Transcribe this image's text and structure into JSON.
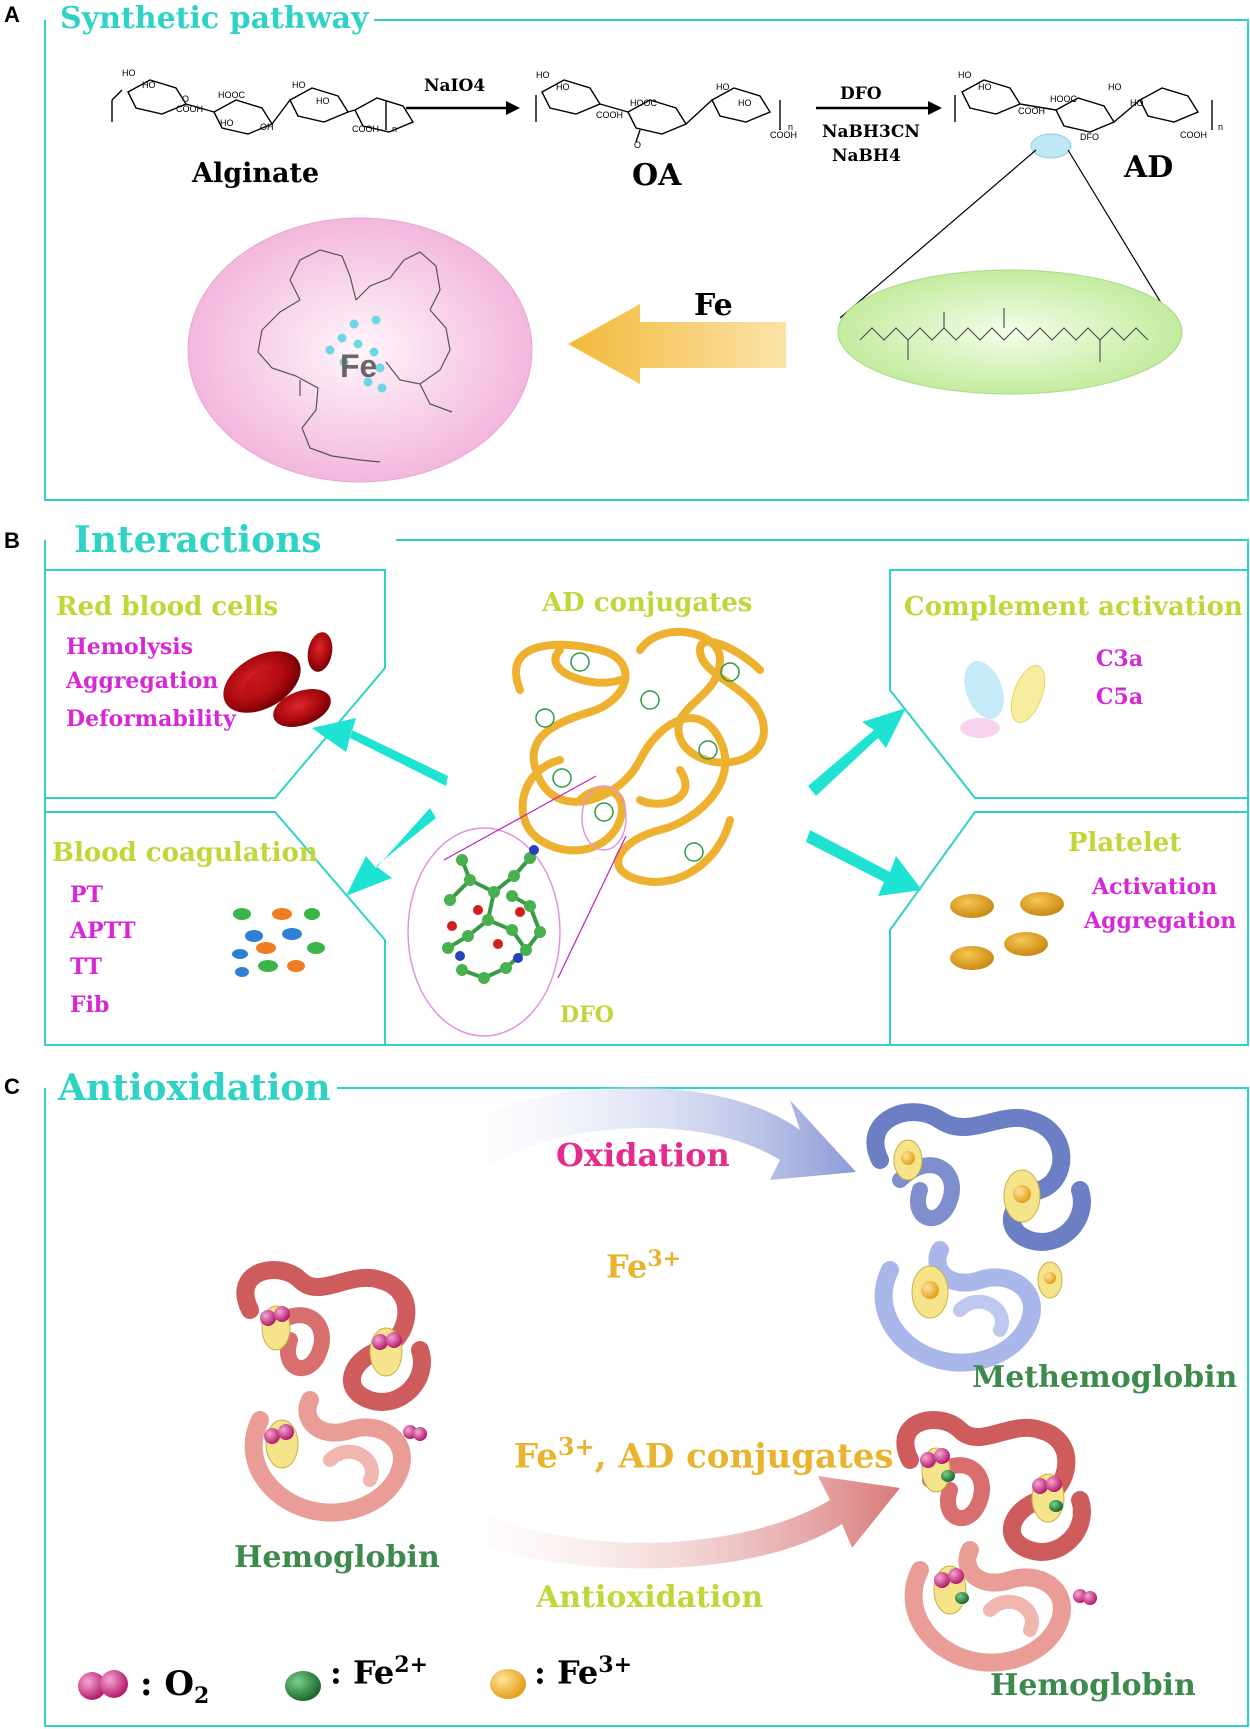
{
  "panels": {
    "a": {
      "letter": "A",
      "title": "Synthetic pathway"
    },
    "b": {
      "letter": "B",
      "title": "Interactions"
    },
    "c": {
      "letter": "C",
      "title": "Antioxidation"
    }
  },
  "synthesis": {
    "alginate": "Alginate",
    "oa": "OA",
    "ad": "AD",
    "reagent1": "NaIO4",
    "reagent2a": "DFO",
    "reagent2b": "NaBH3CN",
    "reagent2c": "NaBH4",
    "fe_arrow": "Fe",
    "fe_center": "Fe",
    "dfo_tag": "DFO",
    "dfo_tag2": "DFO"
  },
  "interactions": {
    "rbc": {
      "title": "Red blood cells",
      "items": [
        "Hemolysis",
        "Aggregation",
        "Deformability"
      ]
    },
    "coag": {
      "title": "Blood coagulation",
      "items": [
        "PT",
        "APTT",
        "TT",
        "Fib"
      ]
    },
    "complement": {
      "title": "Complement activation",
      "items": [
        "C3a",
        "C5a"
      ]
    },
    "platelet": {
      "title": "Platelet",
      "items": [
        "Activation",
        "Aggregation"
      ]
    },
    "center": "AD conjugates",
    "dfo": "DFO"
  },
  "antiox": {
    "oxidation": "Oxidation",
    "fe3_top": "Fe",
    "fe3_top_sup": "3+",
    "methemoglobin": "Methemoglobin",
    "fe3_ad_pre": "Fe",
    "fe3_ad_sup": "3+",
    "fe3_ad_post": ", AD conjugates",
    "hemoglobin_left": "Hemoglobin",
    "antioxidation": "Antioxidation",
    "hemoglobin_right": "Hemoglobin",
    "legend": {
      "o2_label": ": O",
      "o2_sub": "2",
      "fe2_label": ": Fe",
      "fe2_sup": "2+",
      "fe3_label": ": Fe",
      "fe3_sup": "3+"
    }
  },
  "colors": {
    "teal": "#2fd3c6",
    "magenta": "#d629d6",
    "lime": "#c2d63a",
    "gold": "#e9b42d",
    "green": "#3d8a4d"
  }
}
